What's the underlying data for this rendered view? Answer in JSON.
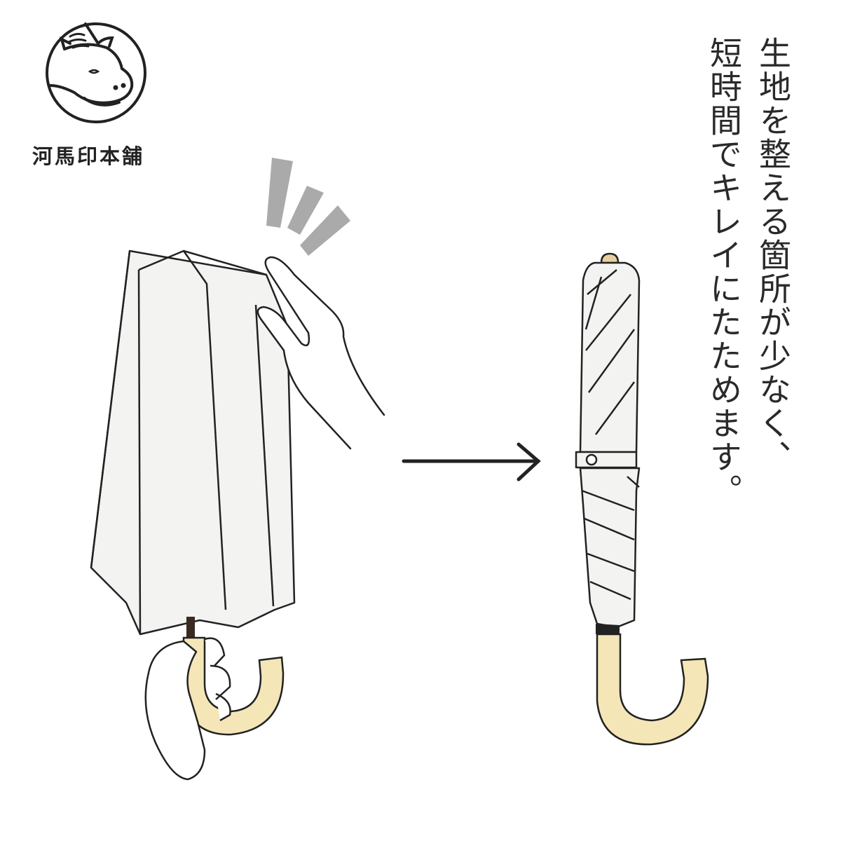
{
  "brand": {
    "name": "河馬印本舗",
    "logo_icon": "hippo-head-icon"
  },
  "caption": {
    "line1": "生地を整える箇所が少なく、",
    "line2": "短時間でキレイにたためます。"
  },
  "colors": {
    "line": "#222222",
    "fabric": "#f3f3f1",
    "handle": "#f5e6b8",
    "motion": "#aaaaaa"
  }
}
